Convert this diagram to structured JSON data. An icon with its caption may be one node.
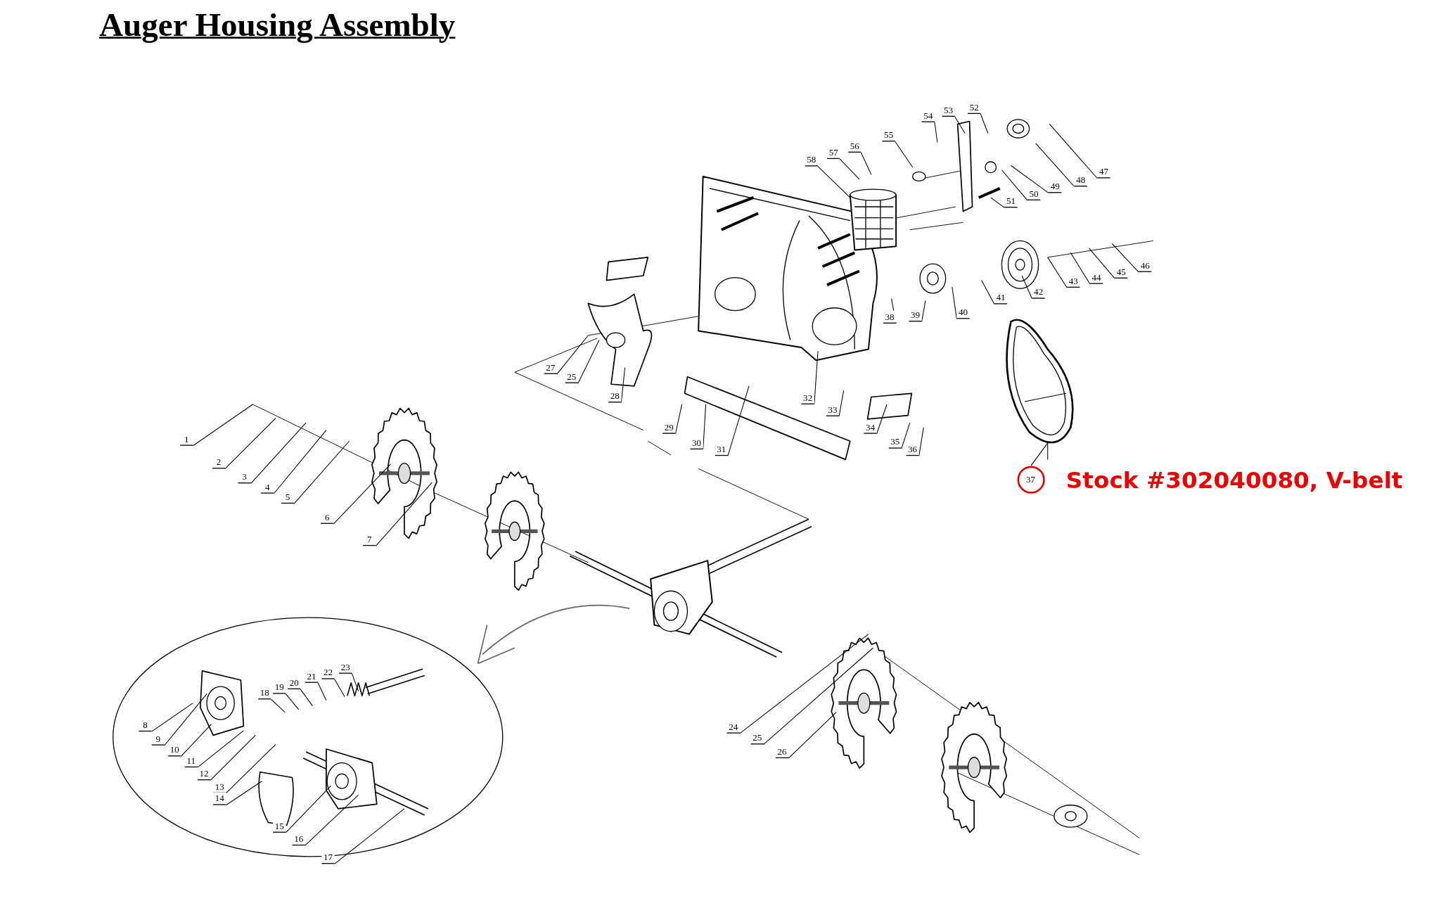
{
  "diagram": {
    "title": "Auger Housing Assembly",
    "nodes": [
      {
        "text": [
          "1"
        ]
      },
      {
        "text": [
          "2"
        ]
      },
      {
        "text": [
          "3"
        ]
      },
      {
        "text": [
          "4"
        ]
      },
      {
        "text": [
          "5"
        ]
      },
      {
        "text": [
          "6"
        ]
      },
      {
        "text": [
          "7"
        ]
      },
      {
        "text": [
          "8"
        ]
      },
      {
        "text": [
          "9"
        ]
      },
      {
        "text": [
          "10"
        ]
      },
      {
        "text": [
          "11"
        ]
      },
      {
        "text": [
          "12"
        ]
      },
      {
        "text": [
          "13"
        ]
      },
      {
        "text": [
          "14"
        ]
      },
      {
        "text": [
          "15"
        ]
      },
      {
        "text": [
          "16"
        ]
      },
      {
        "text": [
          "17"
        ]
      },
      {
        "text": [
          "18"
        ]
      },
      {
        "text": [
          "19"
        ]
      },
      {
        "text": [
          "20"
        ]
      },
      {
        "text": [
          "21"
        ]
      },
      {
        "text": [
          "22"
        ]
      },
      {
        "text": [
          "23"
        ]
      },
      {
        "text": [
          "24"
        ]
      },
      {
        "text": [
          "25"
        ]
      },
      {
        "text": [
          "26"
        ]
      },
      {
        "text": [
          "27"
        ]
      },
      {
        "text": [
          "25"
        ]
      },
      {
        "text": [
          "28"
        ]
      },
      {
        "text": [
          "29"
        ]
      },
      {
        "text": [
          "30"
        ]
      },
      {
        "text": [
          "31"
        ]
      },
      {
        "text": [
          "32"
        ]
      },
      {
        "text": [
          "33"
        ]
      },
      {
        "text": [
          "34"
        ]
      },
      {
        "text": [
          "35"
        ]
      },
      {
        "text": [
          "36"
        ]
      },
      {
        "text": [
          "37"
        ]
      },
      {
        "text": [
          "38"
        ]
      },
      {
        "text": [
          "39"
        ]
      },
      {
        "text": [
          "40"
        ]
      },
      {
        "text": [
          "41"
        ]
      },
      {
        "text": [
          "42"
        ]
      },
      {
        "text": [
          "43"
        ]
      },
      {
        "text": [
          "44"
        ]
      },
      {
        "text": [
          "45"
        ]
      },
      {
        "text": [
          "46"
        ]
      },
      {
        "text": [
          "47"
        ]
      },
      {
        "text": [
          "48"
        ]
      },
      {
        "text": [
          "49"
        ]
      },
      {
        "text": [
          "50"
        ]
      },
      {
        "text": [
          "51"
        ]
      },
      {
        "text": [
          "52"
        ]
      },
      {
        "text": [
          "53"
        ]
      },
      {
        "text": [
          "54"
        ]
      },
      {
        "text": [
          "55"
        ]
      },
      {
        "text": [
          "56"
        ]
      },
      {
        "text": [
          "57"
        ]
      },
      {
        "text": [
          "58"
        ]
      }
    ],
    "edges": [
      {
        "from": 0,
        "to": null,
        "arrow": "none"
      },
      {
        "from": 1,
        "to": null,
        "arrow": "none"
      },
      {
        "from": 2,
        "to": null,
        "arrow": "none"
      },
      {
        "from": 3,
        "to": null,
        "arrow": "none"
      },
      {
        "from": 4,
        "to": null,
        "arrow": "none"
      },
      {
        "from": 5,
        "to": null,
        "arrow": "none"
      },
      {
        "from": 6,
        "to": null,
        "arrow": "none"
      },
      {
        "from": 7,
        "to": null,
        "arrow": "none"
      },
      {
        "from": 8,
        "to": null,
        "arrow": "none"
      },
      {
        "from": 9,
        "to": null,
        "arrow": "none"
      },
      {
        "from": 10,
        "to": null,
        "arrow": "none"
      },
      {
        "from": 11,
        "to": null,
        "arrow": "none"
      },
      {
        "from": 12,
        "to": null,
        "arrow": "none"
      },
      {
        "from": 13,
        "to": null,
        "arrow": "none"
      },
      {
        "from": 14,
        "to": null,
        "arrow": "none"
      },
      {
        "from": 15,
        "to": null,
        "arrow": "none"
      },
      {
        "from": 16,
        "to": null,
        "arrow": "none"
      },
      {
        "from": 17,
        "to": null,
        "arrow": "none"
      },
      {
        "from": 18,
        "to": null,
        "arrow": "none"
      },
      {
        "from": 19,
        "to": null,
        "arrow": "none"
      },
      {
        "from": 20,
        "to": null,
        "arrow": "none"
      },
      {
        "from": 21,
        "to": null,
        "arrow": "none"
      },
      {
        "from": 22,
        "to": null,
        "arrow": "none"
      },
      {
        "from": 23,
        "to": null,
        "arrow": "none"
      },
      {
        "from": 24,
        "to": null,
        "arrow": "none"
      },
      {
        "from": 25,
        "to": null,
        "arrow": "none"
      },
      {
        "from": 26,
        "to": null,
        "arrow": "none"
      },
      {
        "from": 27,
        "to": null,
        "arrow": "none"
      },
      {
        "from": 28,
        "to": null,
        "arrow": "none"
      },
      {
        "from": 29,
        "to": null,
        "arrow": "none"
      },
      {
        "from": 30,
        "to": null,
        "arrow": "none"
      },
      {
        "from": 31,
        "to": null,
        "arrow": "none"
      },
      {
        "from": 32,
        "to": null,
        "arrow": "none"
      },
      {
        "from": 33,
        "to": null,
        "arrow": "none"
      },
      {
        "from": 34,
        "to": null,
        "arrow": "none"
      },
      {
        "from": 35,
        "to": null,
        "arrow": "none"
      },
      {
        "from": 36,
        "to": null,
        "arrow": "none"
      },
      {
        "from": 37,
        "to": null,
        "arrow": "none"
      },
      {
        "from": 38,
        "to": null,
        "arrow": "none"
      },
      {
        "from": 39,
        "to": null,
        "arrow": "none"
      },
      {
        "from": 40,
        "to": null,
        "arrow": "none"
      },
      {
        "from": 41,
        "to": null,
        "arrow": "none"
      },
      {
        "from": 42,
        "to": null,
        "arrow": "none"
      },
      {
        "from": 43,
        "to": null,
        "arrow": "none"
      },
      {
        "from": 44,
        "to": null,
        "arrow": "none"
      },
      {
        "from": 45,
        "to": null,
        "arrow": "none"
      },
      {
        "from": 46,
        "to": null,
        "arrow": "none"
      },
      {
        "from": 47,
        "to": null,
        "arrow": "none"
      },
      {
        "from": 48,
        "to": null,
        "arrow": "none"
      },
      {
        "from": 49,
        "to": null,
        "arrow": "none"
      },
      {
        "from": 50,
        "to": null,
        "arrow": "none"
      },
      {
        "from": 51,
        "to": null,
        "arrow": "none"
      },
      {
        "from": 52,
        "to": null,
        "arrow": "none"
      },
      {
        "from": 53,
        "to": null,
        "arrow": "none"
      },
      {
        "from": 54,
        "to": null,
        "arrow": "none"
      },
      {
        "from": 55,
        "to": null,
        "arrow": "none"
      },
      {
        "from": 56,
        "to": null,
        "arrow": "none"
      },
      {
        "from": 57,
        "to": null,
        "arrow": "none"
      },
      {
        "from": 58,
        "to": null,
        "arrow": "none"
      }
    ],
    "labels": [
      "Stock #302040080, V-belt"
    ]
  }
}
